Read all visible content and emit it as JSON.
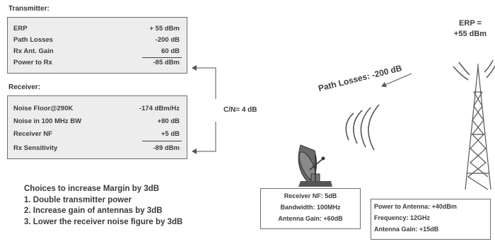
{
  "transmitter": {
    "heading": "Transmitter:",
    "rows": [
      {
        "label": "ERP",
        "value": "+ 55 dBm"
      },
      {
        "label": "Path Losses",
        "value": "-200 dB"
      },
      {
        "label": "Rx Ant. Gain",
        "value": "60 dB"
      },
      {
        "label": "Power to Rx",
        "value": "-85 dBm"
      }
    ]
  },
  "receiver": {
    "heading": "Receiver:",
    "rows": [
      {
        "label": "Noise Floor@290K",
        "value": "-174 dBm/Hz"
      },
      {
        "label": "Noise in 100 MHz BW",
        "value": "+80 dB"
      },
      {
        "label": "Receiver NF",
        "value": "+5 dB"
      },
      {
        "label": "Rx Sensitivity",
        "value": "-89 dBm"
      }
    ]
  },
  "cn_label": "C/N= 4 dB",
  "choices": {
    "title": "Choices to increase Margin by 3dB",
    "items": [
      "1. Double transmitter power",
      "2. Increase gain of antennas by 3dB",
      "3. Lower the receiver noise figure by 3dB"
    ]
  },
  "receiver_info": {
    "lines": [
      "Receiver NF: 5dB",
      "Bandwidth: 100MHz",
      "Antenna Gain: +60dB"
    ]
  },
  "transmitter_info": {
    "lines": [
      "Power to Antenna: +40dBm",
      "Frequency: 12GHz",
      "Antenna Gain: +15dB"
    ]
  },
  "erp_label": {
    "line1": "ERP =",
    "line2": "+55 dBm"
  },
  "path_losses_label": "Path Losses: -200 dB",
  "colors": {
    "panel_bg": "#ededed",
    "border": "#6d6d6d",
    "text": "#3b3b3b"
  },
  "icons": [
    "satellite-dish-icon",
    "transmitter-tower-icon",
    "radio-wave-icon",
    "arrow-icon"
  ]
}
